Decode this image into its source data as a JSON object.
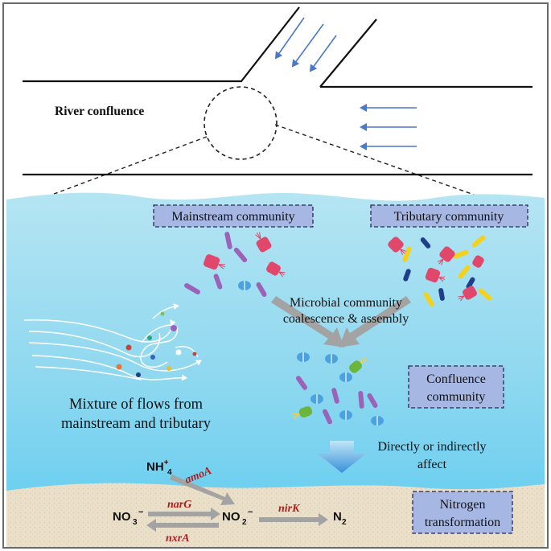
{
  "labels": {
    "river_confluence": "River confluence",
    "mainstream_community": "Mainstream community",
    "tributary_community": "Tributary community",
    "coalescence_line1": "Microbial community",
    "coalescence_line2": "coalescence & assembly",
    "confluence_line1": "Confluence",
    "confluence_line2": "community",
    "mixture_line1": "Mixture of flows from",
    "mixture_line2": "mainstream and tributary",
    "affect_line1": "Directly or indirectly",
    "affect_line2": "affect",
    "nitrogen_line1": "Nitrogen",
    "nitrogen_line2": "transformation"
  },
  "chemistry": {
    "nh4": "NH",
    "nh4_sub": "4",
    "nh4_sup": "+",
    "no3": "NO",
    "no3_sub": "3",
    "no3_sup": "−",
    "no2": "NO",
    "no2_sub": "2",
    "no2_sup": "−",
    "n2": "N",
    "n2_sub": "2",
    "amoA": "amoA",
    "narG": "narG",
    "nxrA": "nxrA",
    "nirK": "nirK"
  },
  "colors": {
    "water_top": "#a9e0f1",
    "water_bottom": "#69cfee",
    "sediment": "#e9dcc4",
    "label_box": "#a7b7e3",
    "arrow_blue": "#4a79c8",
    "gray_arrow": "#a3a3a3",
    "enzyme_red": "#b11d1d"
  }
}
